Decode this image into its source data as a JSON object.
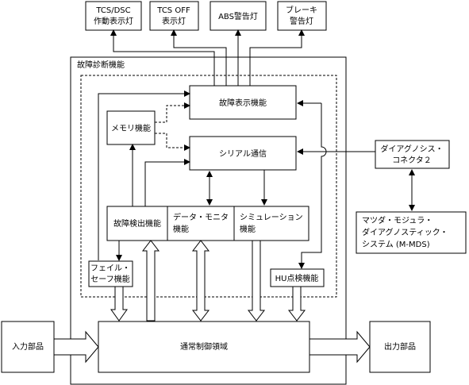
{
  "diagram": {
    "outputs_top": [
      {
        "line1": "TCS/DSC",
        "line2": "作動表示灯"
      },
      {
        "line1": "TCS OFF",
        "line2": "表示灯"
      },
      {
        "line1": "ABS警告灯"
      },
      {
        "line1": "ブレーキ",
        "line2": "警告灯"
      }
    ],
    "frame_title": "故障診断機能",
    "fault_display": "故障表示機能",
    "memory": "メモリ機能",
    "serial": "シリアル通信",
    "detect": "故障検出機能",
    "data_monitor": {
      "line1": "データ・モニタ",
      "line2": "機能"
    },
    "simulation": {
      "line1": "シミュレーション",
      "line2": "機能"
    },
    "failsafe": {
      "line1": "フェイル・",
      "line2": "セーフ機能"
    },
    "hu_check": "HU点検機能",
    "connector": {
      "line1": "ダイアグノシス・",
      "line2": "コネクタ２"
    },
    "mmds": {
      "line1": "マツダ・モジュラ・",
      "line2": "ダイアグノスティック・",
      "line3": "システム (M-MDS)"
    },
    "input": "入力部品",
    "control": "通常制御領域",
    "output": "出力部品"
  }
}
